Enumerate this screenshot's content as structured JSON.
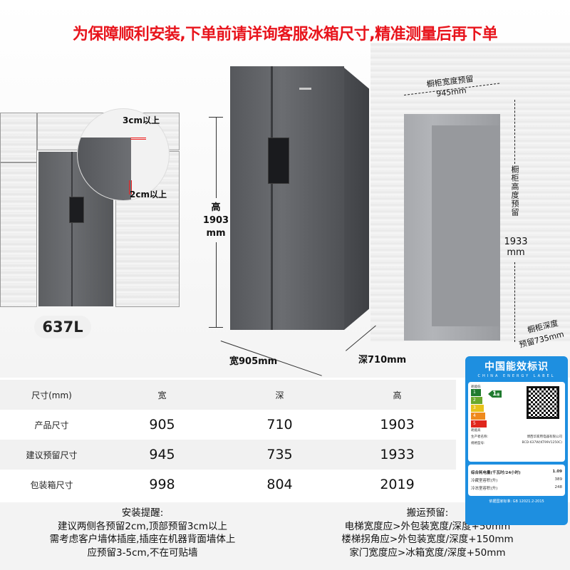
{
  "headline": "为保障顺利安装,下单前请详询客服冰箱尺寸,精准测量后再下单",
  "small_scene": {
    "top_gap_note": "3cm以上",
    "side_gap_note": "2cm以上",
    "capacity": "637L"
  },
  "main_fridge": {
    "height_label": "高",
    "height_value": "1903",
    "height_unit": "mm",
    "width_label": "宽905mm",
    "depth_label": "深710mm"
  },
  "niche": {
    "width_title": "橱柜宽度预留",
    "width_value": "945mm",
    "height_title": "橱柜高度预留",
    "height_value": "1933",
    "height_unit": "mm",
    "depth_title": "橱柜深度",
    "depth_value": "预留735mm"
  },
  "spec_table": {
    "headers": [
      "尺寸(mm)",
      "宽",
      "深",
      "高"
    ],
    "rows": [
      {
        "label": "产品尺寸",
        "width": "905",
        "depth": "710",
        "height": "1903"
      },
      {
        "label": "建议预留尺寸",
        "width": "945",
        "depth": "735",
        "height": "1933"
      },
      {
        "label": "包装箱尺寸",
        "width": "998",
        "depth": "804",
        "height": "2019"
      }
    ]
  },
  "energy_label": {
    "title": "中国能效标识",
    "subtitle": "CHINA ENERGY LABEL",
    "scale_top": "耗能低",
    "scale_bottom": "耗能高",
    "grade": "1",
    "grade_suffix": "级",
    "levels": [
      "1",
      "2",
      "3",
      "4",
      "5"
    ],
    "level_colors": [
      "#1f7a2e",
      "#6aa82c",
      "#e8c21a",
      "#ef8a1c",
      "#e0261d"
    ],
    "manufacturer_label": "生产者名称:",
    "manufacturer": "博西华家用电器有限公司",
    "model_label": "规格型号:",
    "model": "BCD-637W(KT99V1250C)",
    "consumption_label": "综合耗电量(千瓦时/24小时)",
    "consumption_value": "1.09",
    "fridge_volume_label": "冷藏室容积(升)",
    "fridge_volume_value": "389",
    "freezer_volume_label": "冷冻室容积(升)",
    "freezer_volume_value": "248",
    "standard": "依据国家标准: GB 12021.2-2015"
  },
  "install_notes": {
    "title": "安装提醒:",
    "lines": [
      "建议两侧各预留2cm,顶部预留3cm以上",
      "需考虑客户墙体插座,插座在机器背面墙体上",
      "应预留3-5cm,不在可贴墙"
    ]
  },
  "transport_notes": {
    "title": "搬运预留:",
    "lines": [
      "电梯宽度应>外包装宽度/深度+50mm",
      "楼梯拐角应>外包装宽度/深度+150mm",
      "家门宽度应>冰箱宽度/深度+50mm"
    ]
  }
}
